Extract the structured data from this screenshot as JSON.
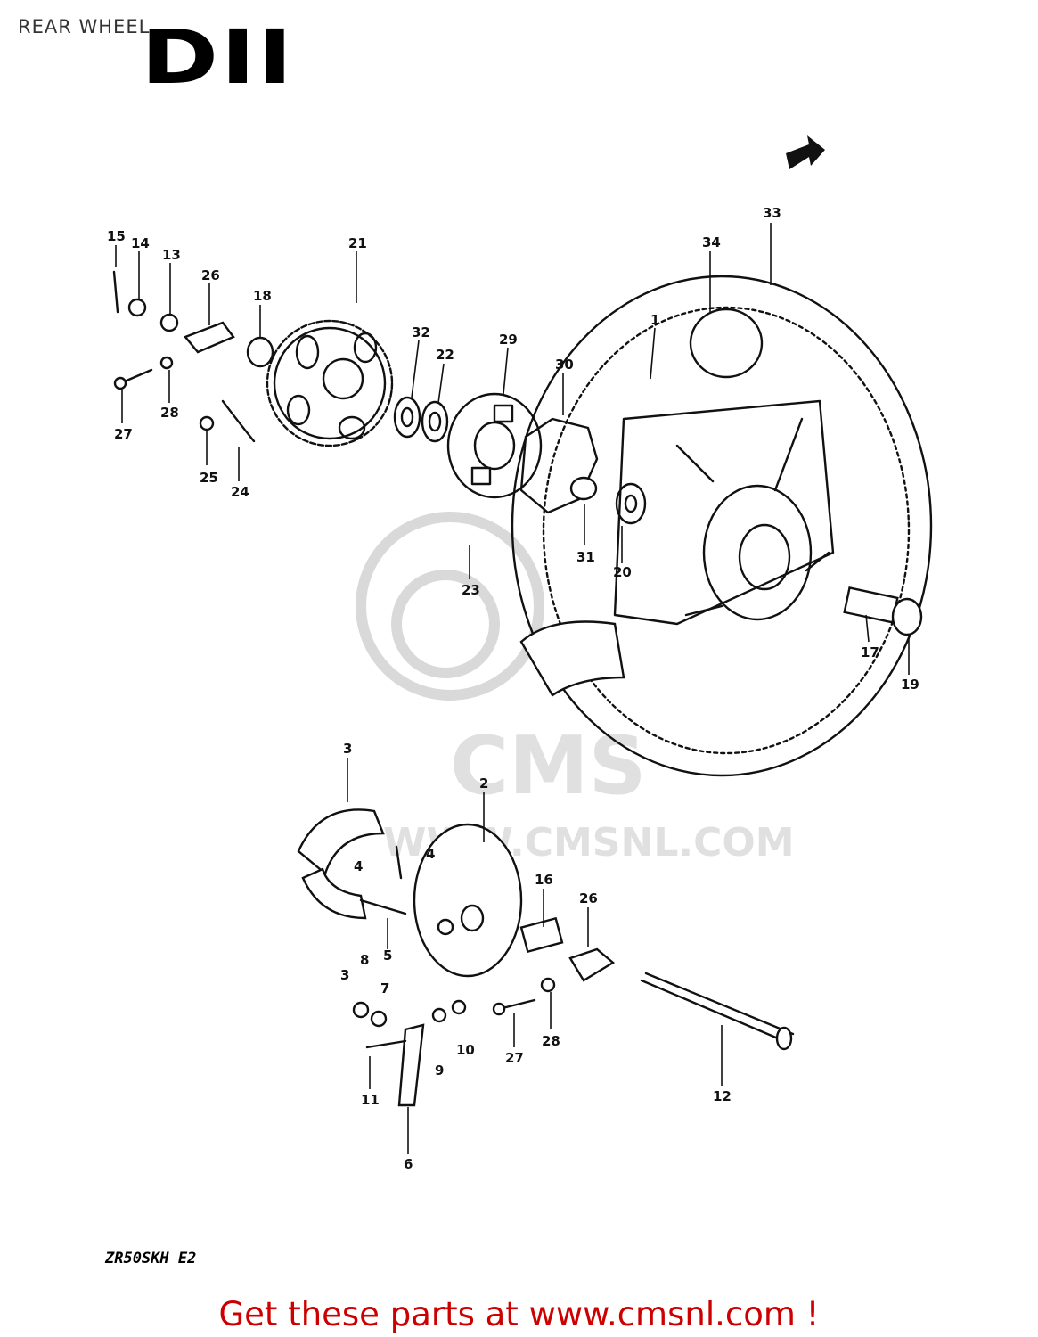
{
  "header": {
    "title": "REAR WHEEL",
    "section_code": "DII"
  },
  "watermark": {
    "brand": "CMS",
    "url": "WWW.CMSNL.COM"
  },
  "diagram": {
    "model_code": "ZR50SKH E2",
    "front_arrow_icon": "direction-arrow-icon",
    "part_numbers": [
      "1",
      "2",
      "3",
      "3",
      "4",
      "4",
      "5",
      "6",
      "7",
      "8",
      "9",
      "10",
      "11",
      "12",
      "13",
      "14",
      "15",
      "16",
      "17",
      "18",
      "19",
      "20",
      "21",
      "22",
      "23",
      "24",
      "25",
      "26",
      "26",
      "27",
      "27",
      "28",
      "28",
      "29",
      "30",
      "31",
      "32",
      "33",
      "34"
    ]
  },
  "footer": {
    "link_text": "Get these parts at www.cmsnl.com !",
    "link_color": "#cc0000"
  }
}
